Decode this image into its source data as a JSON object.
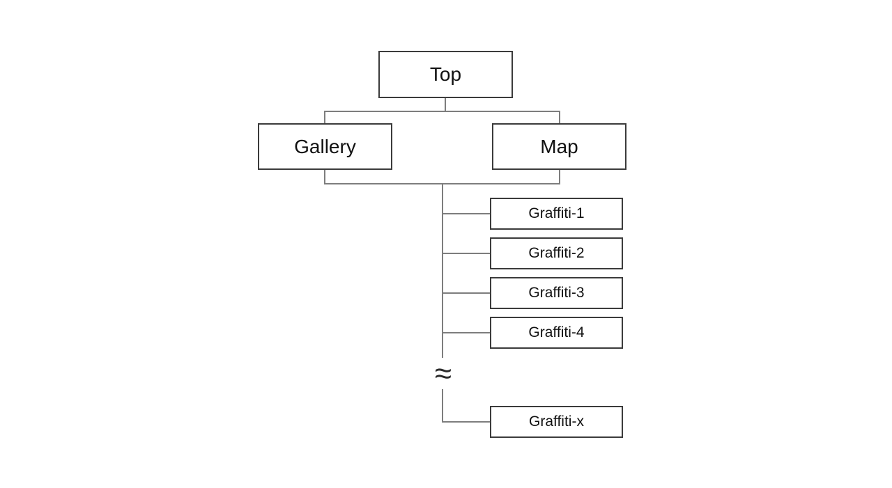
{
  "diagram": {
    "nodes": {
      "top": {
        "label": "Top"
      },
      "gallery": {
        "label": "Gallery"
      },
      "map": {
        "label": "Map"
      },
      "graffiti_children": [
        {
          "label": "Graffiti-1"
        },
        {
          "label": "Graffiti-2"
        },
        {
          "label": "Graffiti-3"
        },
        {
          "label": "Graffiti-4"
        },
        {
          "label": "Graffiti-x"
        }
      ]
    },
    "break_symbol": "≈",
    "colors": {
      "background": "#ffffff",
      "box_fill": "#ffffff",
      "box_border": "#3b3b3b",
      "connector": "#7d7d7d",
      "text": "#111111",
      "break": "#2b2b2b"
    }
  }
}
